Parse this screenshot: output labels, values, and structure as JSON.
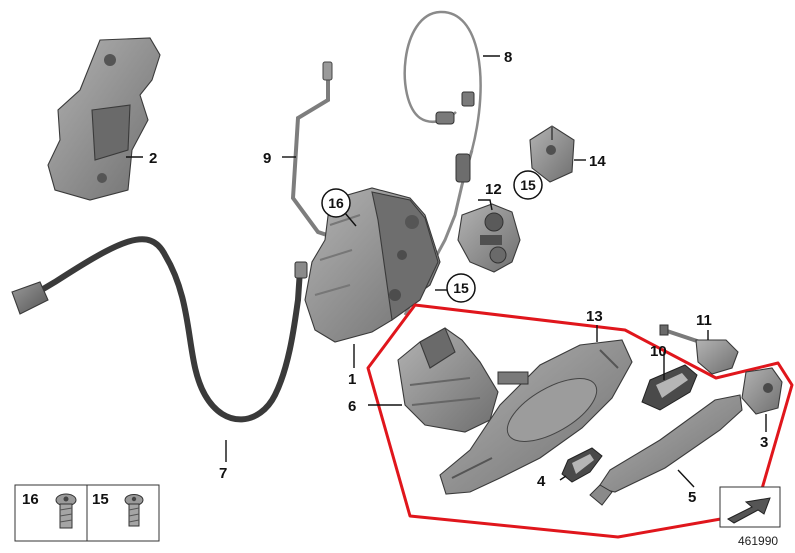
{
  "callouts": {
    "c1": "1",
    "c2": "2",
    "c3": "3",
    "c4": "4",
    "c5": "5",
    "c6": "6",
    "c7": "7",
    "c8": "8",
    "c9": "9",
    "c10": "10",
    "c11": "11",
    "c12": "12",
    "c13": "13",
    "c14": "14"
  },
  "circled": {
    "c15a": "15",
    "c15b": "15",
    "c16": "16"
  },
  "legend": {
    "screw_16": "16",
    "screw_15": "15"
  },
  "doc_number": "461990",
  "colors": {
    "highlight": "#e0161c",
    "part_fill": "#8d8d8d",
    "part_dark": "#5e5e5e",
    "leader": "#111111"
  }
}
